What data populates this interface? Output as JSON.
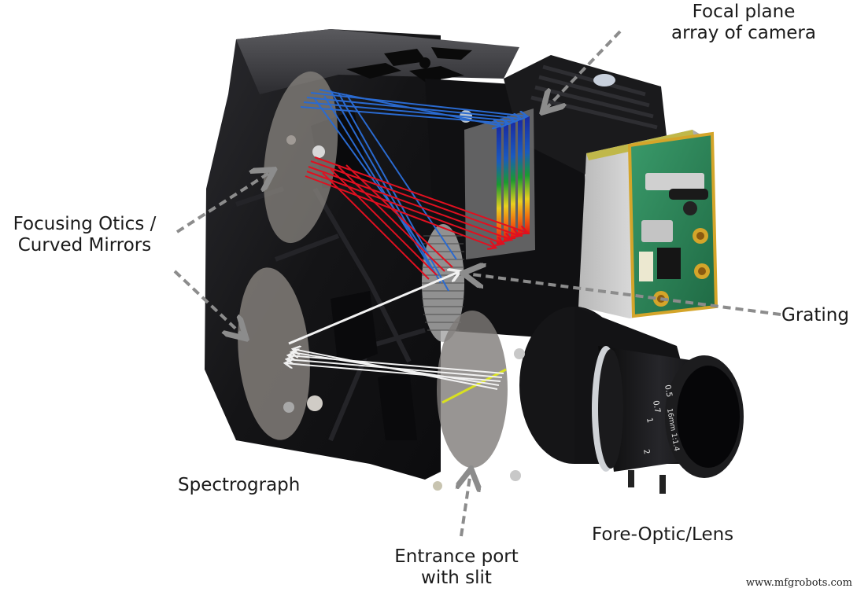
{
  "diagram": {
    "subject": "Hyperspectral imaging camera cutaway",
    "labels": {
      "focal_plane": [
        "Focal plane",
        "array of camera"
      ],
      "focusing_optics": [
        "Focusing Otics /",
        "Curved Mirrors"
      ],
      "grating": "Grating",
      "spectrograph": "Spectrograph",
      "entrance_port": [
        "Entrance port",
        "with slit"
      ],
      "fore_optic": "Fore-Optic/Lens"
    },
    "lens_markings": [
      "0.5",
      "0.7",
      "1",
      "2",
      "16mm 1:1.4"
    ],
    "watermark": "www.mfgrobots.com",
    "colors": {
      "body": "#141416",
      "mirror": "#8a8580",
      "ray_blue": "#1f5fc0",
      "ray_red": "#e01020",
      "ray_white": "#f2f2f2",
      "slit_yellow": "#d8e020",
      "arrow_gray": "#8c8c8c",
      "pcb_green": "#2f8a5a",
      "gold": "#d4a52a"
    }
  }
}
